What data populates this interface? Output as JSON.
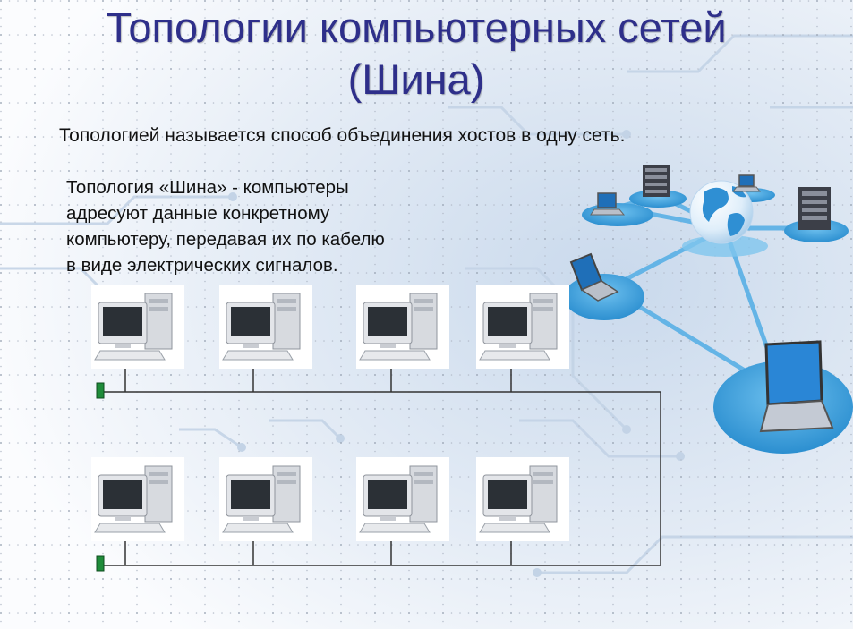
{
  "slide": {
    "title_line1": "Топологии компьютерных сетей",
    "title_line2": "(Шина)",
    "definition": "Топологией называется способ объединения хостов в одну сеть.",
    "bus_description_lines": [
      "Топология «Шина» - компьютеры",
      "адресуют данные конкретному",
      "компьютеру, передавая их по кабелю",
      "в виде электрических сигналов."
    ]
  },
  "colors": {
    "title": "#2e2f8a",
    "text": "#111111",
    "bus_line": "#333333",
    "terminator": "#1f8c3a",
    "background_tint": "#dde7f3",
    "node_platform": "#3d9bd6"
  },
  "icons": {
    "computer": "desktop-computer-icon",
    "server": "server-tower-icon",
    "laptop": "laptop-icon",
    "globe": "globe-icon",
    "terminator": "bus-terminator-icon"
  }
}
